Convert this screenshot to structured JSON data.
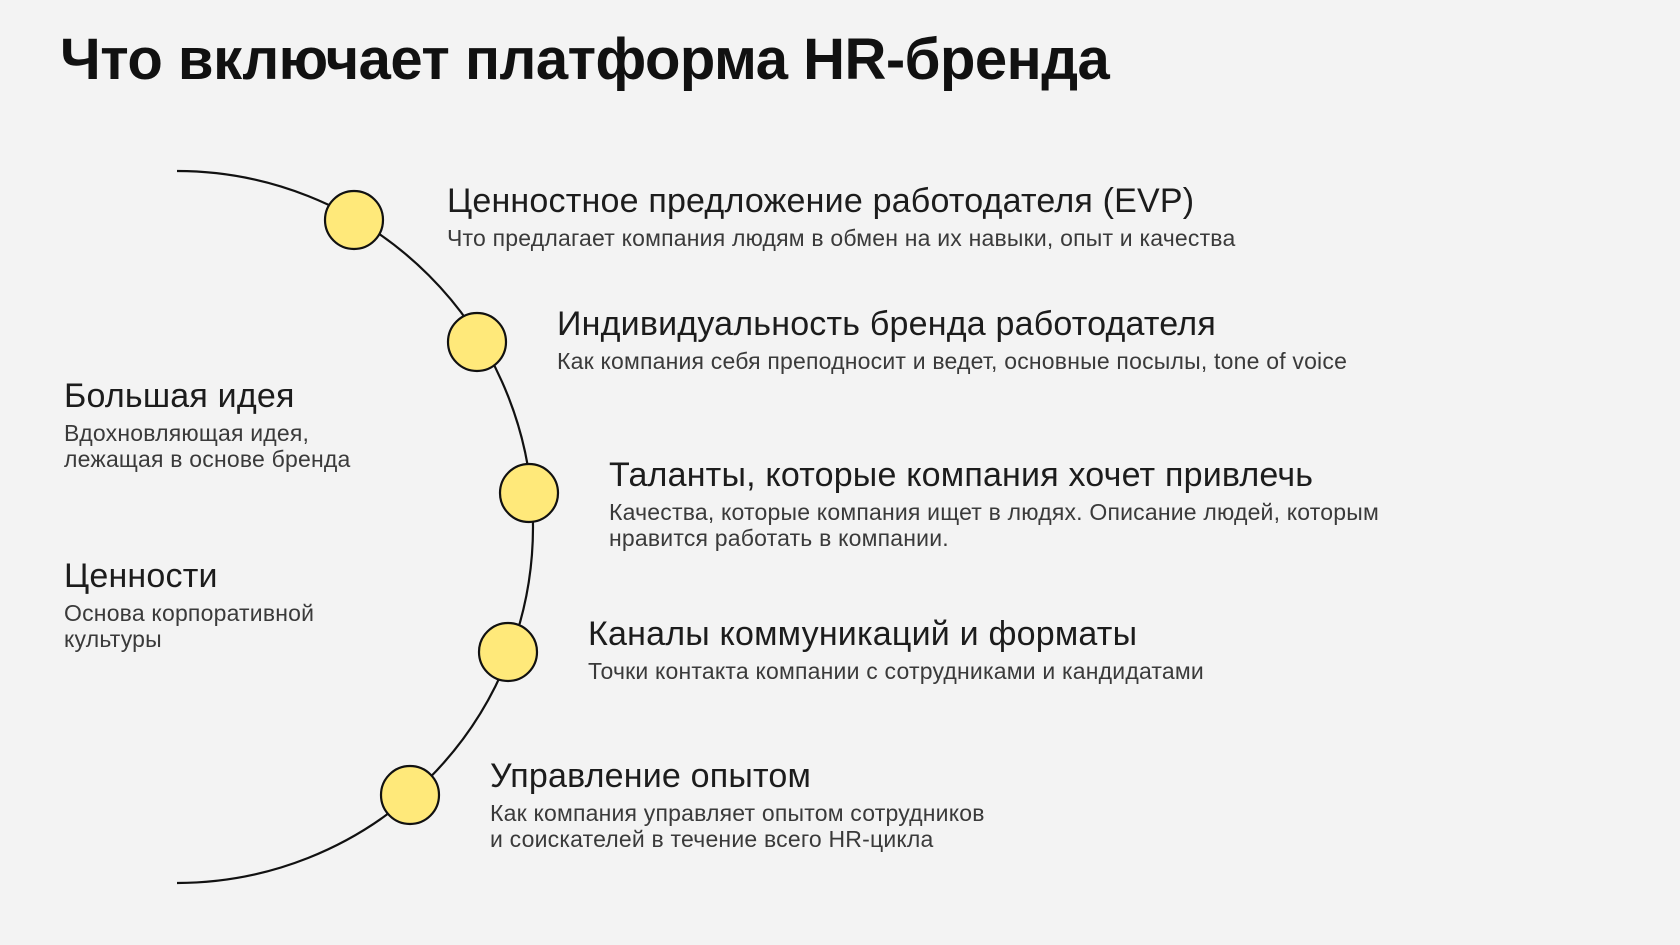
{
  "title": "Что включает платформа HR-бренда",
  "colors": {
    "background": "#f3f3f3",
    "node_fill": "#ffe97a",
    "stroke": "#111111"
  },
  "left_blocks": [
    {
      "title": "Большая идея",
      "description": "Вдохновляющая идея,\nлежащая в основе бренда"
    },
    {
      "title": "Ценности",
      "description": "Основа корпоративной\nкультуры"
    }
  ],
  "items": [
    {
      "title": "Ценностное предложение работодателя (EVP)",
      "description": "Что предлагает компания людям в обмен на их навыки, опыт и качества"
    },
    {
      "title": "Индивидуальность бренда работодателя",
      "description": "Как компания себя преподносит и ведет, основные посылы, tone of voice"
    },
    {
      "title": "Таланты, которые компания хочет привлечь",
      "description": "Качества, которые компания ищет в людях. Описание людей, которым\nнравится работать в компании."
    },
    {
      "title": "Каналы коммуникаций и форматы",
      "description": "Точки контакта компании с сотрудниками и кандидатами"
    },
    {
      "title": "Управление опытом",
      "description": "Как компания управляет опытом сотрудников\nи соискателей в течение всего HR-цикла"
    }
  ]
}
